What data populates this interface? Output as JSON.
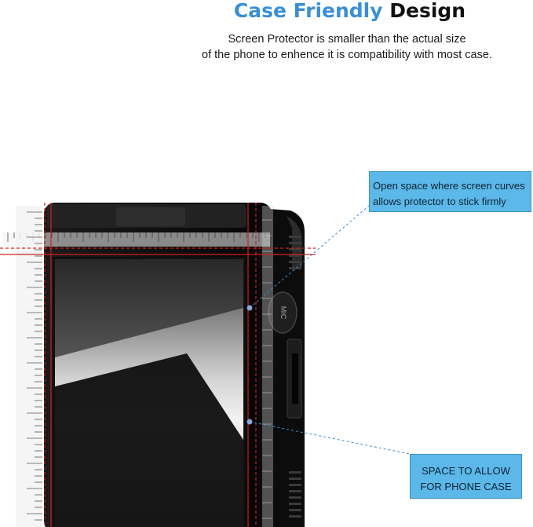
{
  "title": {
    "accent": "Case Friendly",
    "rest": "Design",
    "accent_color": "#3a8fd3"
  },
  "subtitle": {
    "line1": "Screen Protector is smaller than the actual size",
    "line2": "of the phone to enhence it is compatibility with most case."
  },
  "callouts": {
    "top": {
      "line1": "Open space where screen curves",
      "line2": "allows protector to stick firmly"
    },
    "bottom": {
      "line1": "SPACE TO ALLOW",
      "line2": "FOR PHONE CASE"
    }
  },
  "icons": [
    "ruler-horizontal-icon",
    "ruler-vertical-icon",
    "mic-button-icon"
  ],
  "colors": {
    "callout_fill": "#5bb8e8",
    "guide_line": "#d42020",
    "leader_line": "#3a8fd3"
  }
}
